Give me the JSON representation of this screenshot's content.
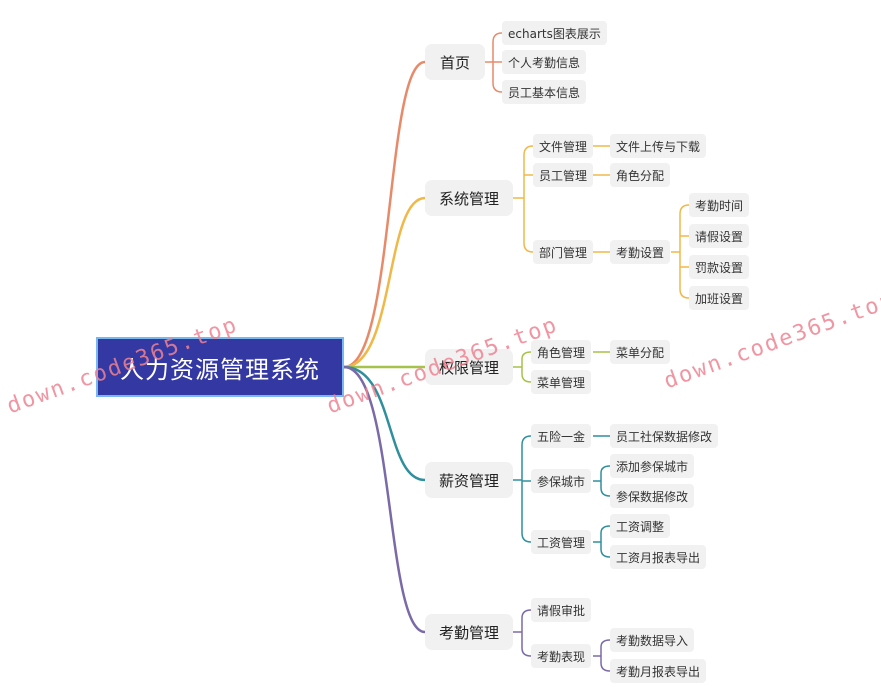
{
  "colors": {
    "root_bg": "#3438a3",
    "root_border": "#79b7f1",
    "node_bg": "#f1f1f1",
    "branch_home": "#e88a6a",
    "branch_system": "#f0b848",
    "branch_auth": "#a6c24a",
    "branch_salary": "#2f8f9d",
    "branch_attendance": "#7a6aa8",
    "watermark": "#ee8292"
  },
  "root": "人力资源管理系统",
  "branches": [
    {
      "label": "首页",
      "children": [
        "echarts图表展示",
        "个人考勤信息",
        "员工基本信息"
      ]
    },
    {
      "label": "系统管理",
      "children": [
        {
          "label": "文件管理",
          "children": [
            "文件上传与下载"
          ]
        },
        {
          "label": "员工管理",
          "children": [
            "角色分配"
          ]
        },
        {
          "label": "部门管理",
          "children": [
            {
              "label": "考勤设置",
              "children": [
                "考勤时间",
                "请假设置",
                "罚款设置",
                "加班设置"
              ]
            }
          ]
        }
      ]
    },
    {
      "label": "权限管理",
      "children": [
        {
          "label": "角色管理",
          "children": [
            "菜单分配"
          ]
        },
        {
          "label": "菜单管理"
        }
      ]
    },
    {
      "label": "薪资管理",
      "children": [
        {
          "label": "五险一金",
          "children": [
            "员工社保数据修改"
          ]
        },
        {
          "label": "参保城市",
          "children": [
            "添加参保城市",
            "参保数据修改"
          ]
        },
        {
          "label": "工资管理",
          "children": [
            "工资调整",
            "工资月报表导出"
          ]
        }
      ]
    },
    {
      "label": "考勤管理",
      "children": [
        {
          "label": "请假审批"
        },
        {
          "label": "考勤表现",
          "children": [
            "考勤数据导入",
            "考勤月报表导出"
          ]
        }
      ]
    }
  ],
  "watermark": "down.code365.top"
}
